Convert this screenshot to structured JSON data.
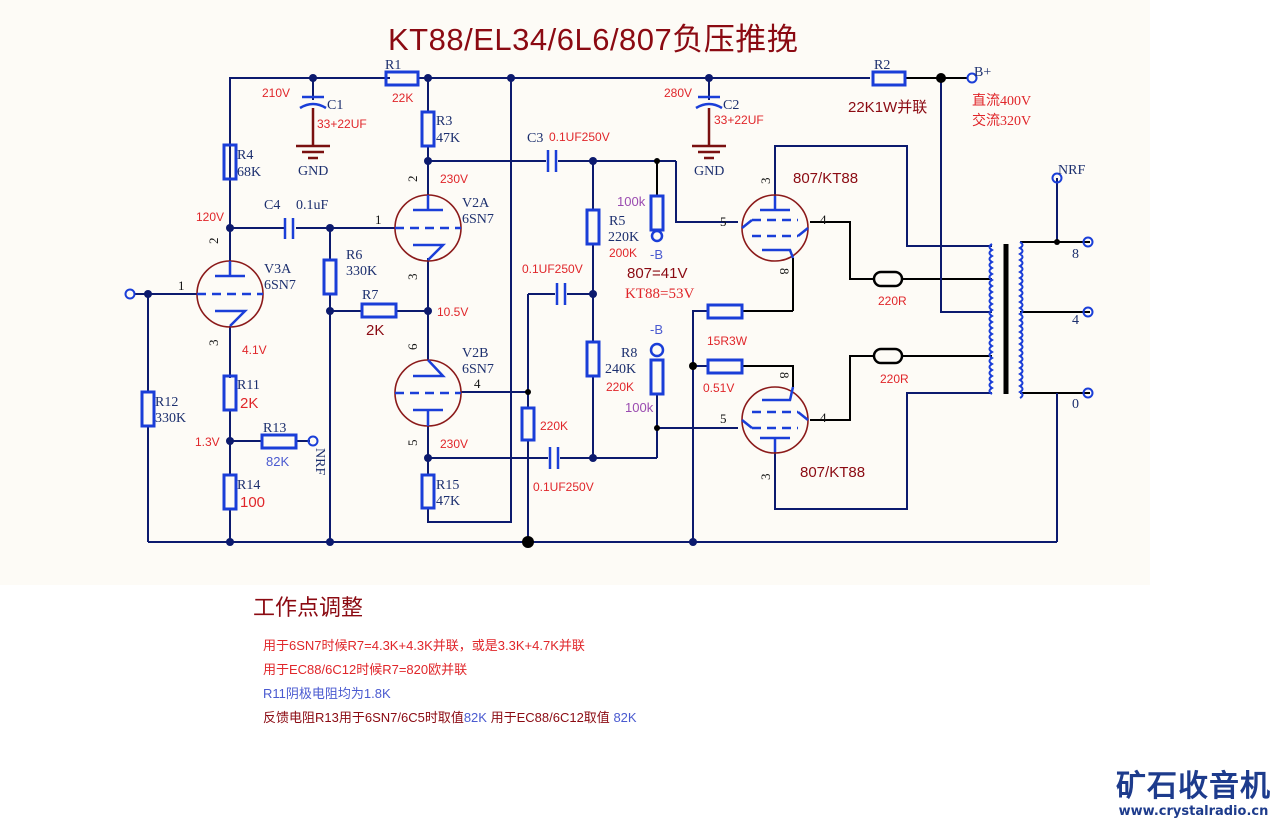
{
  "title": "KT88/EL34/6L6/807负压推挽",
  "components": {
    "R1": {
      "ref": "R1",
      "value": "22K"
    },
    "R2": {
      "ref": "R2",
      "value": "22K1W并联"
    },
    "R3": {
      "ref": "R3",
      "value": "47K"
    },
    "R4": {
      "ref": "R4",
      "value": "68K"
    },
    "R5": {
      "ref": "R5",
      "value": "220K",
      "alt": "200K"
    },
    "R6": {
      "ref": "R6",
      "value": "330K"
    },
    "R7": {
      "ref": "R7",
      "value": "2K"
    },
    "R8": {
      "ref": "R8",
      "value": "240K",
      "alt": "220K"
    },
    "R11": {
      "ref": "R11",
      "value": "2K"
    },
    "R12": {
      "ref": "R12",
      "value": "330K"
    },
    "R13": {
      "ref": "R13",
      "value": "82K"
    },
    "R14": {
      "ref": "R14",
      "value": "100"
    },
    "R15": {
      "ref": "R15",
      "value": "47K"
    },
    "Rbias1": {
      "value": "100k"
    },
    "Rbias2": {
      "value": "100k"
    },
    "Rgrid": {
      "value": "220K"
    },
    "Rk": {
      "value": "15R3W"
    },
    "Rsg": {
      "value": "220R"
    },
    "C1": {
      "ref": "C1",
      "value": "33+22UF"
    },
    "C2": {
      "ref": "C2",
      "value": "33+22UF"
    },
    "C3": {
      "ref": "C3",
      "value": "0.1UF250V"
    },
    "C4": {
      "ref": "C4",
      "value": "0.1uF"
    },
    "Ccouple": {
      "value": "0.1UF250V"
    },
    "Ccouple2": {
      "value": "0.1UF250V"
    },
    "V3A": {
      "ref": "V3A",
      "type": "6SN7"
    },
    "V2A": {
      "ref": "V2A",
      "type": "6SN7"
    },
    "V2B": {
      "ref": "V2B",
      "type": "6SN7"
    },
    "P1": {
      "type": "807/KT88"
    },
    "P2": {
      "type": "807/KT88"
    }
  },
  "voltages": {
    "v210": "210V",
    "v120": "120V",
    "v280": "280V",
    "v230a": "230V",
    "v230b": "230V",
    "v105": "10.5V",
    "v41": "4.1V",
    "v13": "1.3V",
    "v051": "0.51V"
  },
  "labels": {
    "gnd": "GND",
    "bplus": "B+",
    "dc": "直流400V",
    "ac": "交流320V",
    "negb": "-B",
    "bias807": "807=41V",
    "biaskt88": "KT88=53V",
    "nrf": "NRF",
    "tap8": "8",
    "tap4": "4",
    "tap0": "0"
  },
  "pins": {
    "p1": "1",
    "p2": "2",
    "p3": "3",
    "p4": "4",
    "p5": "5",
    "p6": "6",
    "p8": "8"
  },
  "notes": {
    "heading": "工作点调整",
    "line1": "用于6SN7时候R7=4.3K+4.3K并联，或是3.3K+4.7K并联",
    "line2": "用于EC88/6C12时候R7=820欧并联",
    "line3": "R11阴极电阻均为1.8K",
    "line4a": "反馈电阻R13用于6SN7/6C5时取值",
    "line4b": "82K",
    "line4c": "用于EC88/6C12取值",
    "line4d": "82K"
  },
  "logo": {
    "name": "矿石收音机",
    "url": "www.crystalradio.cn"
  },
  "colors": {
    "wire": "#0c1a6e",
    "component": "#1a3ed8",
    "tube": "#8b1a1a",
    "voltage": "#e0262a",
    "title": "#8b0a12"
  }
}
